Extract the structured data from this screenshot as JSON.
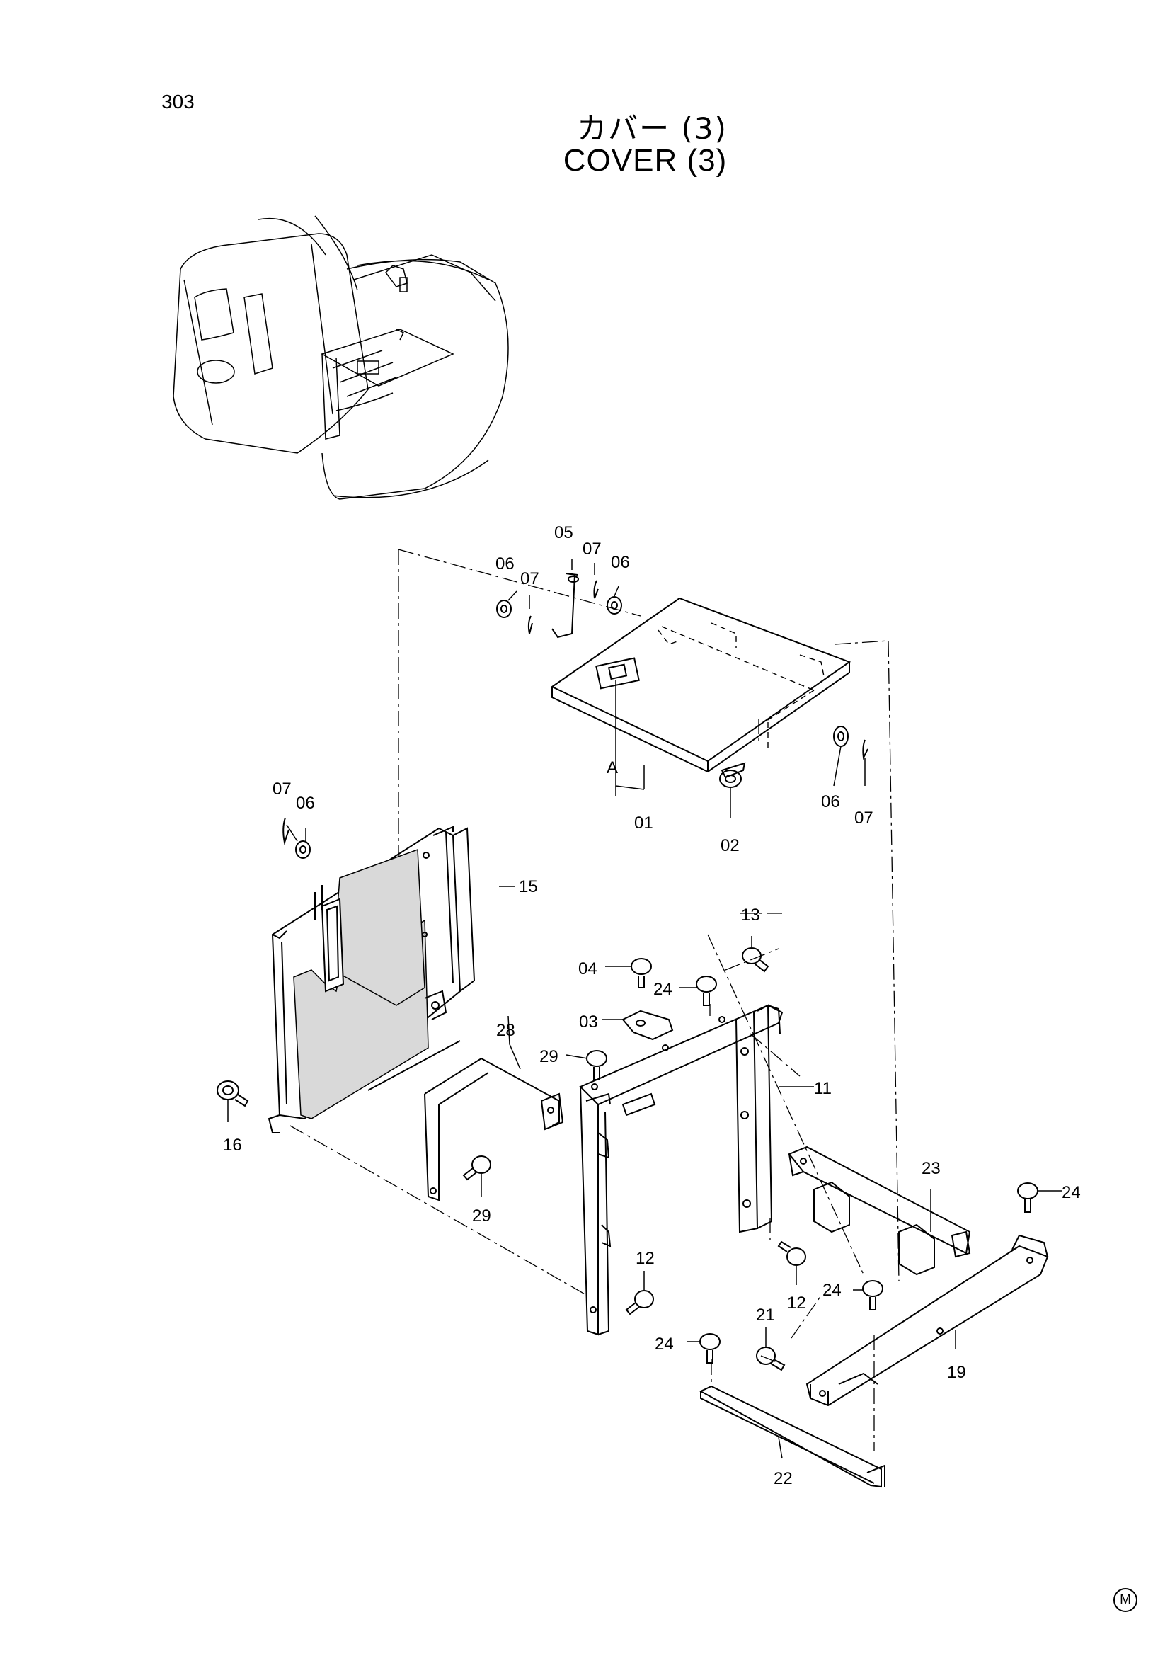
{
  "page_number": "303",
  "title_jp": "カバー (3)",
  "title_en": "COVER (3)",
  "view_label": "A",
  "corner_mark": "M",
  "part_labels": {
    "p01": "01",
    "p02": "02",
    "p03": "03",
    "p04": "04",
    "p05": "05",
    "p06": "06",
    "p07": "07",
    "p11": "11",
    "p12": "12",
    "p13": "13",
    "p15": "15",
    "p16": "16",
    "p19": "19",
    "p21": "21",
    "p22": "22",
    "p23": "23",
    "p24": "24",
    "p28": "28",
    "p29": "29"
  }
}
